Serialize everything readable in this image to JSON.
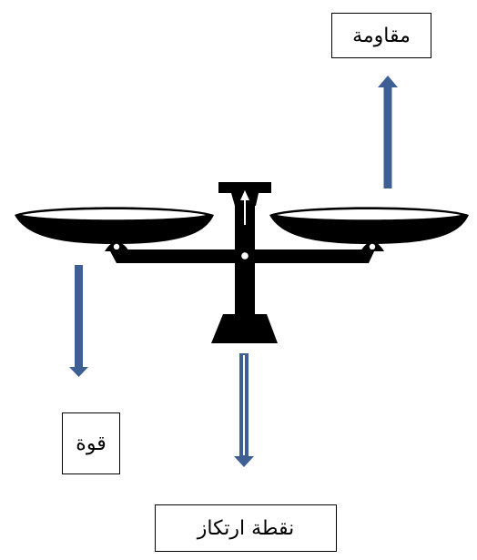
{
  "labels": {
    "resistance": "مقاومة",
    "force": "قوة",
    "fulcrum": "نقطة ارتكاز"
  },
  "colors": {
    "arrow": "#3d5f94",
    "scale": "#000000",
    "background": "#ffffff"
  }
}
